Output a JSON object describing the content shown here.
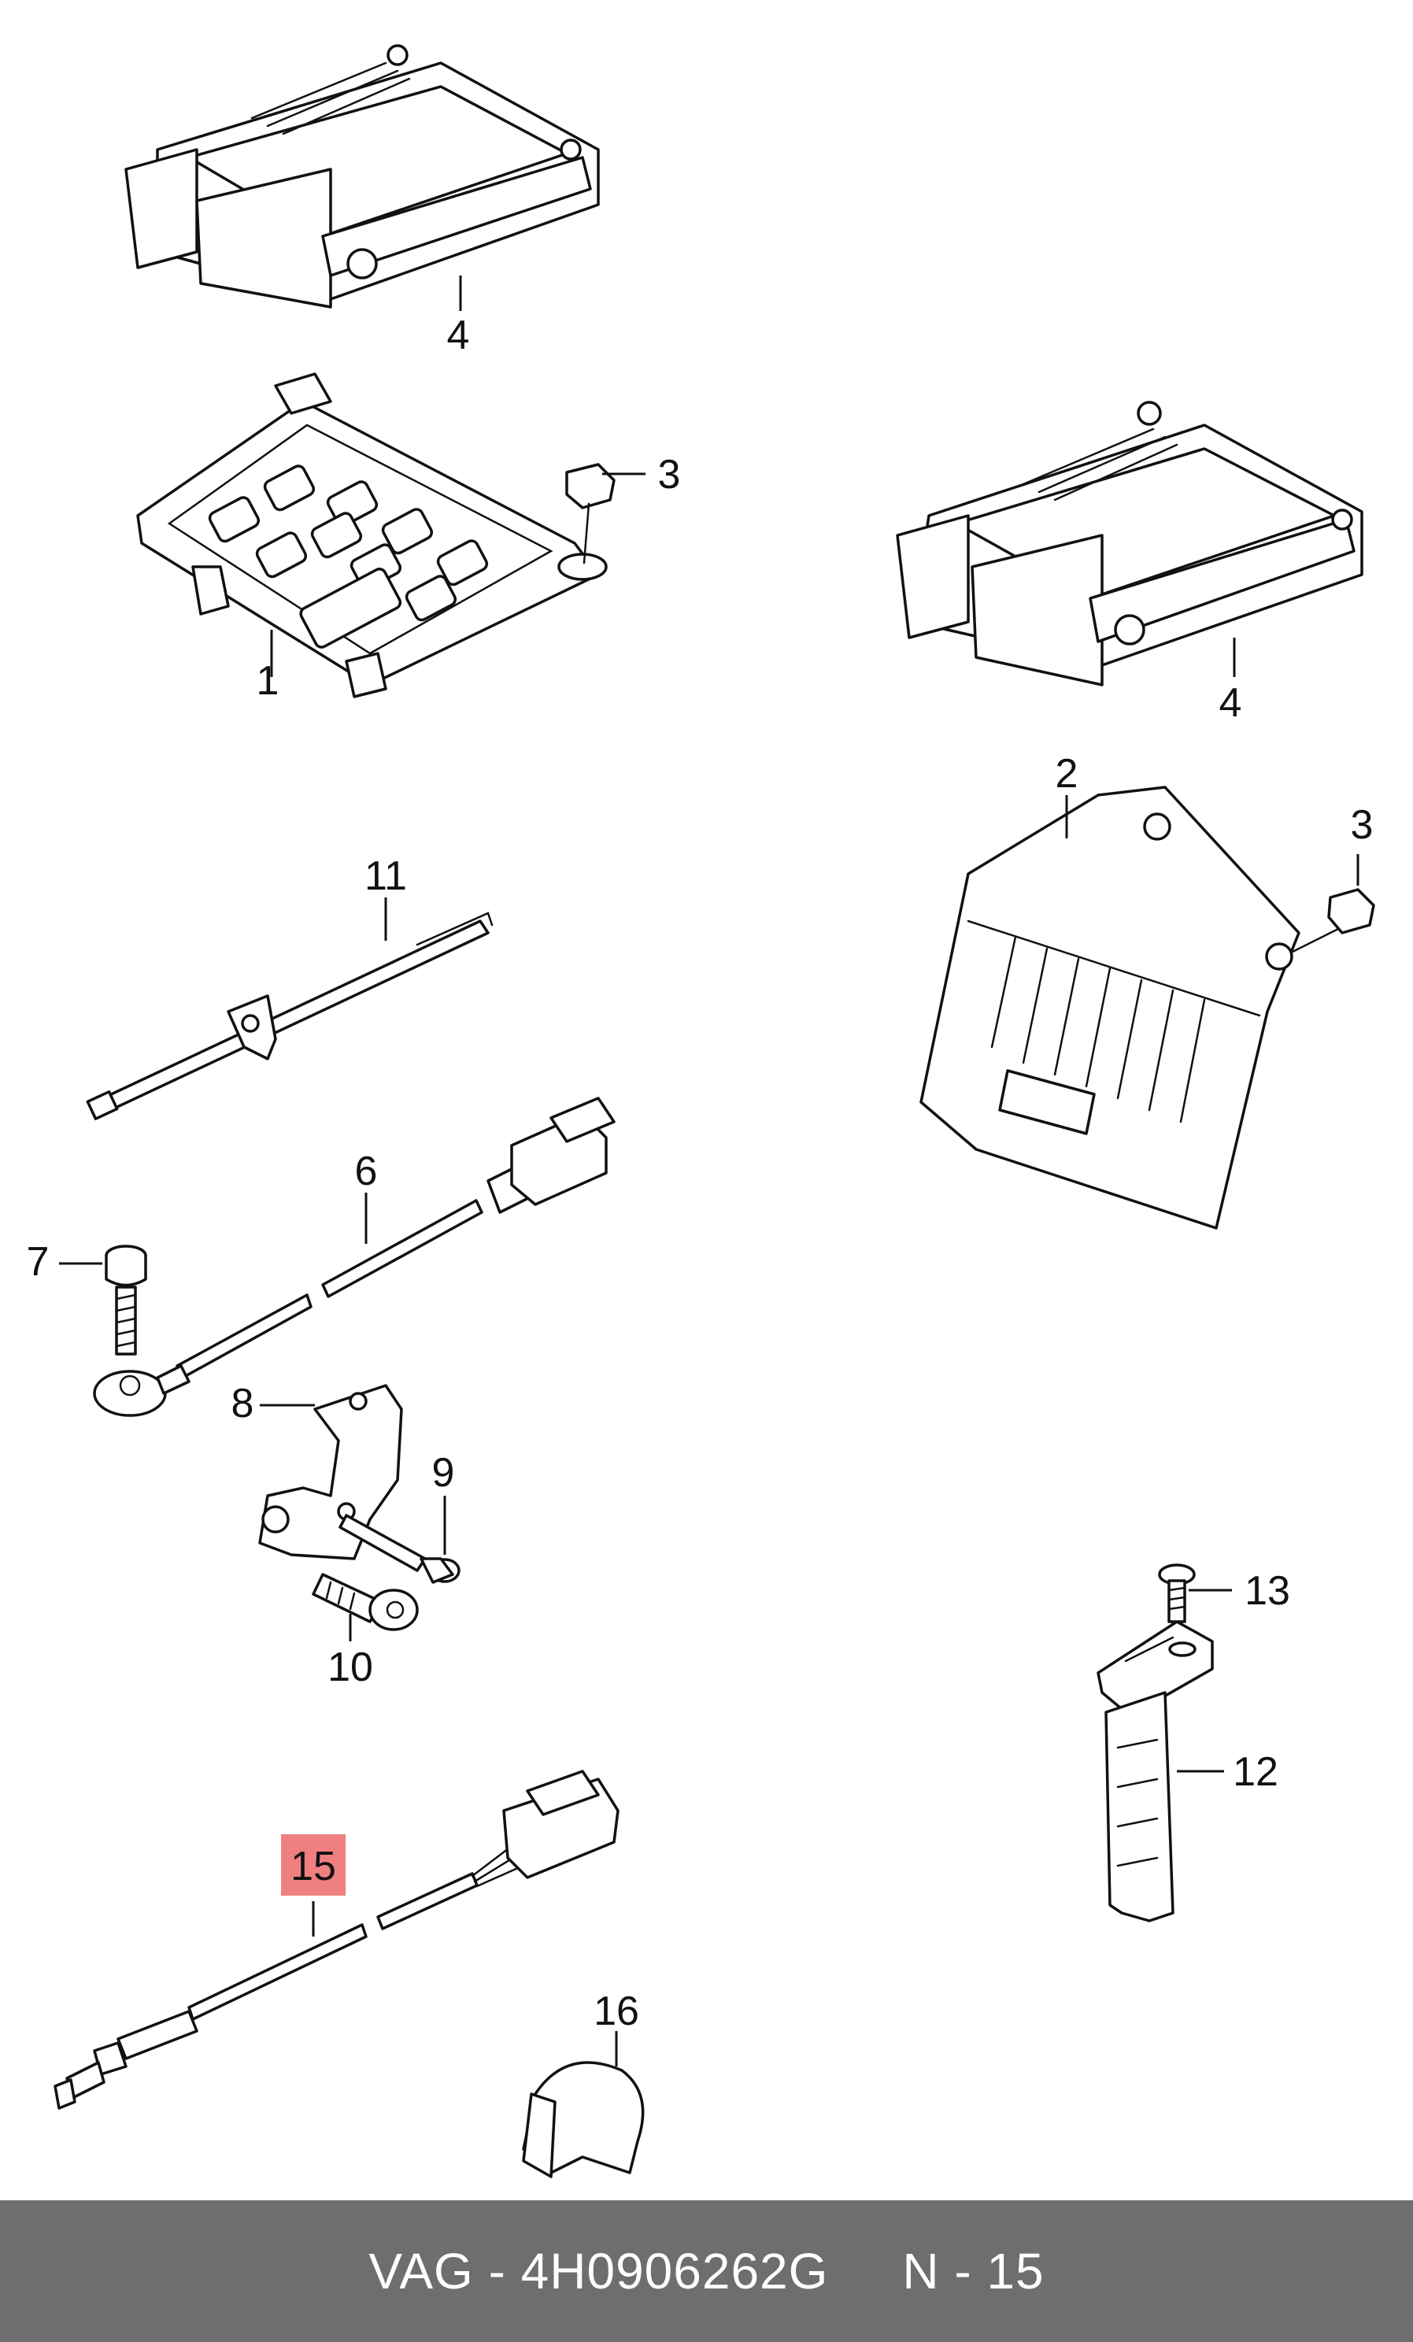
{
  "diagram": {
    "callouts": [
      "4",
      "3",
      "1",
      "4",
      "2",
      "3",
      "11",
      "6",
      "7",
      "8",
      "9",
      "10",
      "13",
      "12",
      "15",
      "16"
    ],
    "highlighted_callout": "15",
    "highlight_color": "#f08080"
  },
  "footer": {
    "brand": "VAG",
    "separator": " - ",
    "part_number": "4H0906262G",
    "position": "N - 15",
    "background": "#6e6e6e"
  }
}
